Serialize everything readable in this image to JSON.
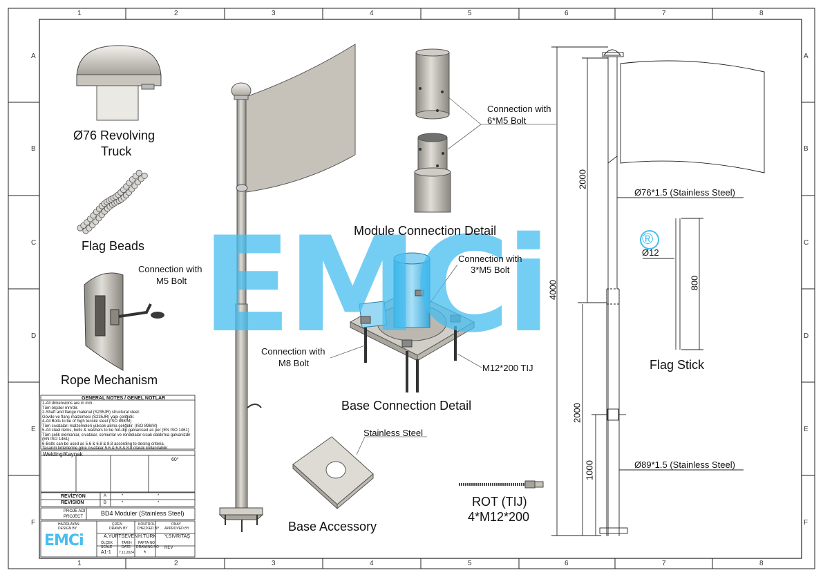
{
  "zones": {
    "columns": [
      "1",
      "2",
      "3",
      "4",
      "5",
      "6",
      "7",
      "8"
    ],
    "rows": [
      "A",
      "B",
      "C",
      "D",
      "E",
      "F"
    ]
  },
  "parts": {
    "truck": {
      "label1": "Ø76 Revolving",
      "label2": "Truck"
    },
    "beads": {
      "label": "Flag Beads"
    },
    "rope": {
      "label": "Rope Mechanism",
      "callout1": "Connection with",
      "callout2": "M5 Bolt"
    },
    "module": {
      "label": "Module Connection Detail",
      "callout1": "Connection with",
      "callout2": "6*M5 Bolt"
    },
    "base_detail": {
      "label": "Base Connection Detail",
      "callout_a1": "Connection with",
      "callout_a2": "3*M5 Bolt",
      "callout_b1": "Connection with",
      "callout_b2": "M8 Bolt",
      "callout_c": "M12*200 TIJ"
    },
    "accessory": {
      "label": "Base Accessory",
      "callout": "Stainless Steel"
    },
    "rot": {
      "label1": "ROT (TIJ)",
      "label2": "4*M12*200"
    },
    "flag_stick": {
      "label": "Flag Stick",
      "dia": "Ø12",
      "length": "800"
    }
  },
  "dimensions": {
    "upper_pipe": "Ø76*1.5 (Stainless Steel)",
    "lower_pipe": "Ø89*1.5 (Stainless Steel)",
    "total": "4000",
    "upper": "2000",
    "lower": "2000",
    "bottom": "1000"
  },
  "watermark": {
    "text": "EMCi",
    "mark": "®"
  },
  "notes": {
    "title": "GENERAL NOTES / GENEL NOTLAR",
    "lines": [
      "1-All dimensions are in mm.",
      "Tüm ölçüler mm'dir.",
      "2-Shaft and flange material (S235JR) structural steel.",
      "Gövde ve flanş malzemesi (S235JR) yapı çeliğidir.",
      "4-All Bolts to be of high tensile steel (ISO 898/M)",
      "Tüm cıvataları malzemeleri yüksek akma çeliğidir. (ISO 898/M)",
      "5-All steel items, bolts & washers to be hot-dip galvanised as per (EN ISO 1461)",
      "Tüm çelik elemanlar, cıvatalar, somunlar ve rondelalar sıcak daldırma galvanizdir (EN ISO 1461)",
      "6-Bolts can be used as 5.6 & 6.8 & 8.8 according to desing criteria.",
      "Tasarım kriterlerine göre cıvatalar 5.6 & 6.8 & 8.8 olarak kullanılabilir."
    ]
  },
  "welding": {
    "title": "Welding/Kaynak",
    "angle": "60°"
  },
  "revision": {
    "label1": "REVİZYON",
    "label2": "REVISION",
    "a": "A",
    "b": "B",
    "dash": "*"
  },
  "project": {
    "label1": "PROJE ADI",
    "label2": "PROJECT",
    "name": "BD4 Moduler (Stainless Steel)"
  },
  "title_block": {
    "designed_label1": "HAZIRLAYAN",
    "designed_label2": "DESIGN BY",
    "drawn_label1": "ÇİZEN",
    "drawn_label2": "DRAWN BY",
    "drawn": "A.YURTSEVEN",
    "checked_label1": "KONTROL",
    "checked_label2": "CHECKED BY",
    "checked": "H.TÜRK",
    "approved_label1": "ONAY",
    "approved_label2": "APPROVED BY",
    "approved": "Y.SİVRİTAŞ",
    "scale_label1": "ÖLÇEK",
    "scale_label2": "SCALE",
    "scale": "A1-1",
    "date_label1": "TARİH",
    "date_label2": "DATE",
    "date": "7.11.2024",
    "drawing_label1": "PAFTA NO",
    "drawing_label2": "DRAWING NO",
    "drawing": "*",
    "rev_label": "REV",
    "logo": "EMCi"
  },
  "colors": {
    "watermark": "#46bef0",
    "line": "#222222",
    "metal": "#b9b5ae"
  }
}
